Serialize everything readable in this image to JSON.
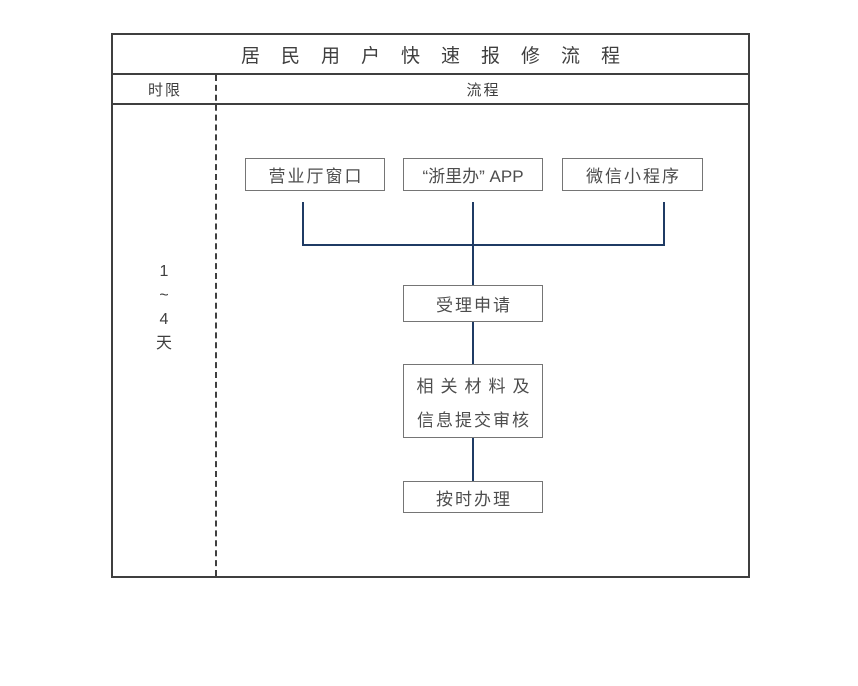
{
  "title": "居民用户快速报修流程",
  "columns": {
    "time_limit": "时限",
    "process": "流程"
  },
  "duration": {
    "lines": [
      "1",
      "~",
      "4",
      "天"
    ]
  },
  "flow": {
    "channel_hall": "营业厅窗口",
    "channel_app": "“浙里办” APP",
    "channel_wechat": "微信小程序",
    "step_accept": "受理申请",
    "step_materials_line1": "相关材料及",
    "step_materials_line2": "信息提交审核",
    "step_ontime": "按时办理"
  },
  "colors": {
    "frame_border": "#3f3f3f",
    "box_border": "#757575",
    "connector": "#1f3b64",
    "text": "#3f3f3f"
  }
}
